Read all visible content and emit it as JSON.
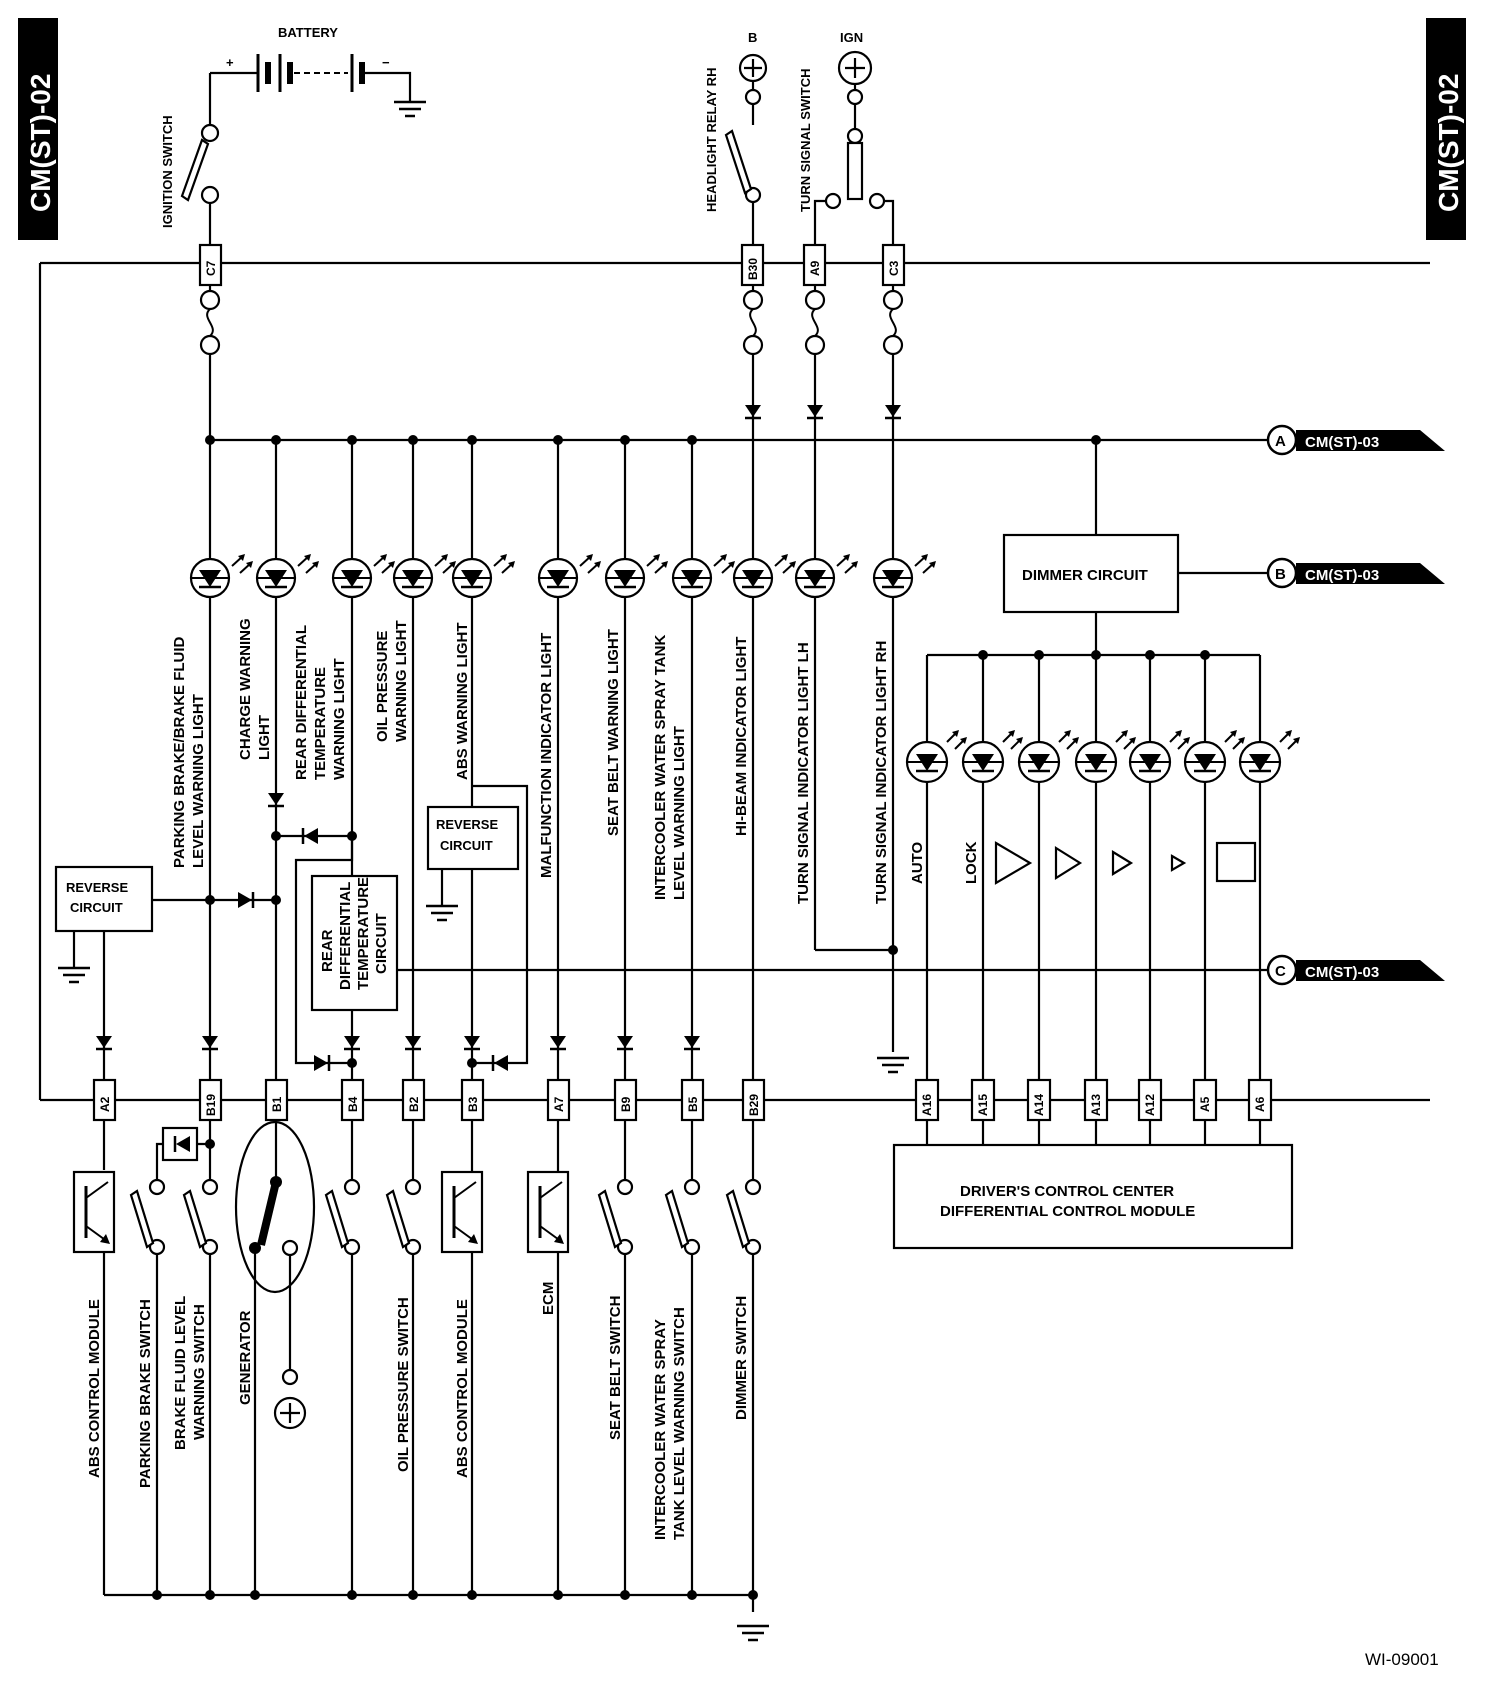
{
  "page_tabs": {
    "left": "CM(ST)-02",
    "right": "CM(ST)-02"
  },
  "figure_code": "WI-09001",
  "power": {
    "battery": "BATTERY",
    "plus": "+",
    "minus": "−",
    "ignition_switch": "IGNITION SWITCH",
    "headlight_relay": "HEADLIGHT RELAY RH",
    "b_supply": "B",
    "turn_signal_switch": "TURN SIGNAL SWITCH",
    "ign_supply": "IGN"
  },
  "top_pins": [
    "C7",
    "B30",
    "A9",
    "C3"
  ],
  "bottom_pins": [
    "A2",
    "B19",
    "B1",
    "B4",
    "B2",
    "B3",
    "A7",
    "B9",
    "B5",
    "B29"
  ],
  "dccd_pins": [
    "A16",
    "A15",
    "A14",
    "A13",
    "A12",
    "A5",
    "A6"
  ],
  "lamps": {
    "parking": [
      "PARKING BRAKE/BRAKE FLUID",
      "LEVEL WARNING LIGHT"
    ],
    "charge": [
      "CHARGE WARNING",
      "LIGHT"
    ],
    "rear_diff": [
      "REAR DIFFERENTIAL",
      "TEMPERATURE",
      "WARNING LIGHT"
    ],
    "oil": [
      "OIL PRESSURE",
      "WARNING LIGHT"
    ],
    "abs": [
      "ABS WARNING LIGHT"
    ],
    "mil": [
      "MALFUNCTION INDICATOR LIGHT"
    ],
    "seat": [
      "SEAT BELT WARNING LIGHT"
    ],
    "intercooler": [
      "INTERCOOLER WATER SPRAY TANK",
      "LEVEL WARNING LIGHT"
    ],
    "hibeam": [
      "HI-BEAM INDICATOR LIGHT"
    ],
    "turn_lh": [
      "TURN SIGNAL INDICATOR LIGHT LH"
    ],
    "turn_rh": [
      "TURN SIGNAL INDICATOR LIGHT RH"
    ]
  },
  "circuits": {
    "reverse_left": [
      "REVERSE",
      "CIRCUIT"
    ],
    "reverse_mid": [
      "REVERSE",
      "CIRCUIT"
    ],
    "rear_diff_temp": [
      "REAR",
      "DIFFERENTIAL",
      "TEMPERATURE",
      "CIRCUIT"
    ],
    "dimmer": "DIMMER CIRCUIT",
    "dccd": [
      "DRIVER'S CONTROL CENTER",
      "DIFFERENTIAL CONTROL MODULE"
    ]
  },
  "dccd_labels": {
    "auto": "AUTO",
    "lock": "LOCK"
  },
  "connectors": [
    {
      "letter": "A",
      "ref": "CM(ST)-03"
    },
    {
      "letter": "B",
      "ref": "CM(ST)-03"
    },
    {
      "letter": "C",
      "ref": "CM(ST)-03"
    }
  ],
  "components": {
    "abs_module_1": [
      "ABS CONTROL MODULE"
    ],
    "parking_switch": [
      "PARKING BRAKE SWITCH"
    ],
    "brake_fluid_switch": [
      "BRAKE FLUID LEVEL",
      "WARNING SWITCH"
    ],
    "generator": [
      "GENERATOR"
    ],
    "oil_switch": [
      "OIL PRESSURE SWITCH"
    ],
    "abs_module_2": [
      "ABS CONTROL MODULE"
    ],
    "ecm": [
      "ECM"
    ],
    "seat_switch": [
      "SEAT BELT SWITCH"
    ],
    "intercooler_switch": [
      "INTERCOOLER WATER SPRAY",
      "TANK LEVEL WARNING SWITCH"
    ],
    "dimmer_switch": [
      "DIMMER SWITCH"
    ]
  }
}
